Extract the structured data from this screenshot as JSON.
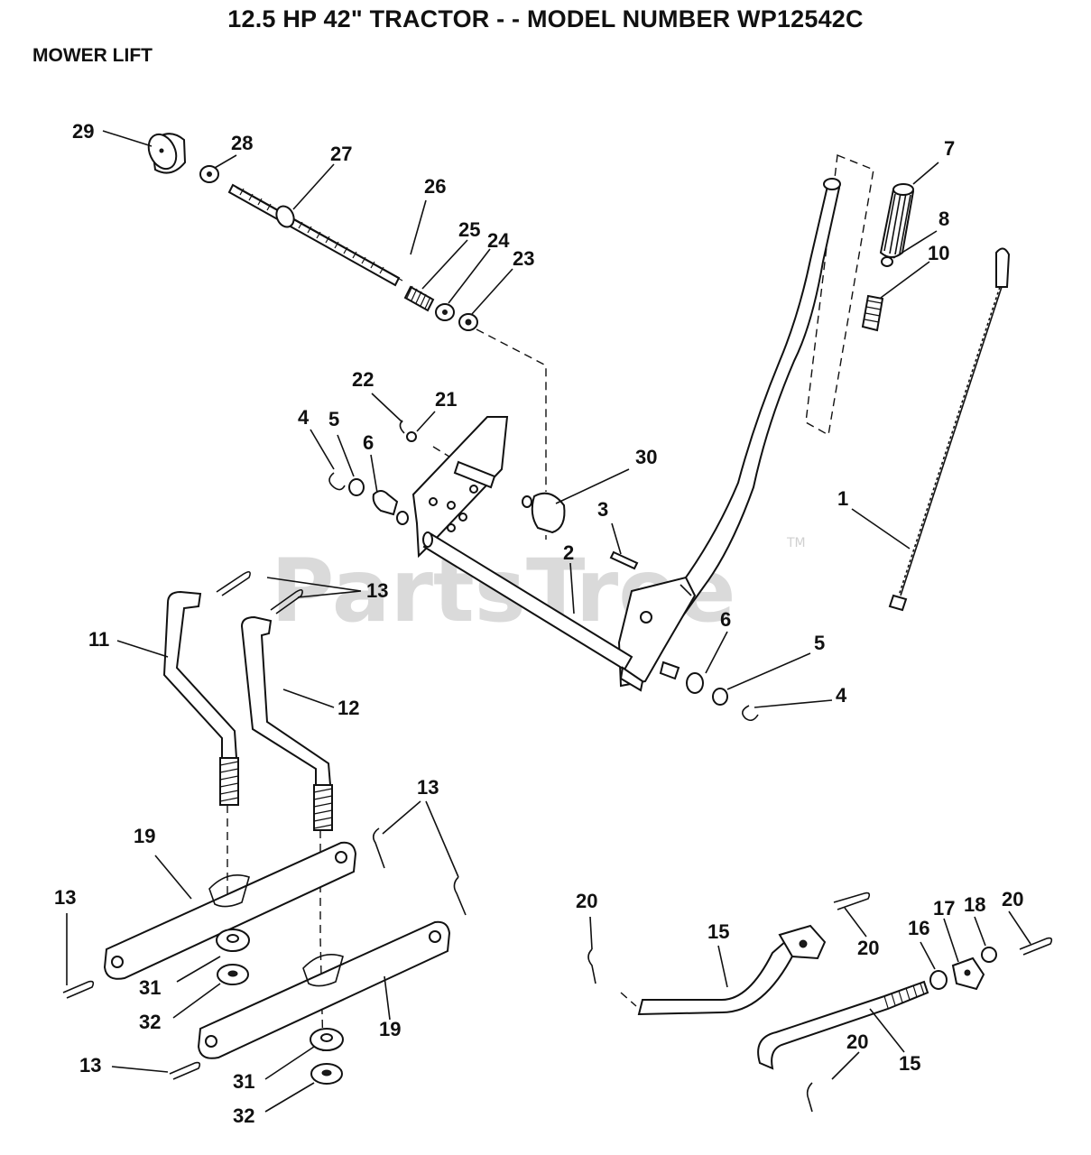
{
  "header": {
    "title": "12.5 HP 42\" TRACTOR - - MODEL NUMBER WP12542C",
    "section": "MOWER LIFT"
  },
  "watermark": {
    "text": "PartsTree",
    "trademark": "TM"
  },
  "callouts": {
    "c29": "29",
    "c28": "28",
    "c27": "27",
    "c26": "26",
    "c25": "25",
    "c24": "24",
    "c23": "23",
    "c7": "7",
    "c8": "8",
    "c10": "10",
    "c22": "22",
    "c21": "21",
    "c4a": "4",
    "c5a": "5",
    "c6a": "6",
    "c30": "30",
    "c1": "1",
    "c3": "3",
    "c2": "2",
    "c13a": "13",
    "c11": "11",
    "c12": "12",
    "c6b": "6",
    "c5b": "5",
    "c4b": "4",
    "c13b": "13",
    "c19a": "19",
    "c13c": "13",
    "c31a": "31",
    "c32a": "32",
    "c19b": "19",
    "c13d": "13",
    "c31b": "31",
    "c32b": "32",
    "c20a": "20",
    "c15a": "15",
    "c20b": "20",
    "c16": "16",
    "c17": "17",
    "c18": "18",
    "c20c": "20",
    "c20d": "20",
    "c15b": "15"
  }
}
